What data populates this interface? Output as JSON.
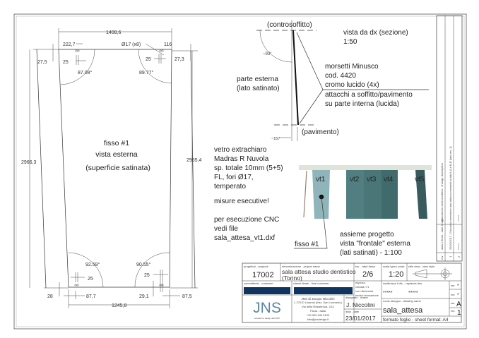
{
  "front_view": {
    "title1": "fisso #1",
    "title2": "vista esterna",
    "title3": "(superficie satinata)",
    "dims": {
      "top_width": "1408,6",
      "bottom_width": "1245,8",
      "left_height": "2966,3",
      "right_height": "2955,4",
      "top_left_offset": "222,7",
      "top_right_offset": "116",
      "hole_label": "Ø17 (x8)",
      "top_left_vert": "27,5",
      "top_right_vert": "27,3",
      "hole_spacing_tl": "25",
      "hole_spacing_tr": "25",
      "hole_spacing_bl": "25",
      "hole_spacing_br": "25",
      "bottom_left_vert": "28",
      "bottom_right_vert": "29,1",
      "bottom_left_offset": "87,7",
      "bottom_right_offset": "87,5",
      "angle_tl": "87.08°",
      "angle_tr": "89.77°",
      "angle_bl": "92.59°",
      "angle_br": "90.55°"
    }
  },
  "section_view": {
    "ceiling": "(controsoffitto)",
    "floor": "(pavimento)",
    "title": "vista da dx (sezione)",
    "scale": "1:50",
    "angle": "~93°",
    "offset": "~157",
    "outer_side1": "parte esterna",
    "outer_side2": "(lato satinato)",
    "clamps": [
      "morsetti Minusco",
      "cod. 4420",
      "cromo lucido (4x)",
      "attacchi a soffitto/pavimento",
      "su parte interna (lucida)"
    ]
  },
  "notes": {
    "glass": [
      "vetro extrachiaro",
      "Madras R Nuvola",
      "sp. totale 10mm (5+5)",
      "FL, fori Ø17,",
      "temperato"
    ],
    "warning": "misure esecutive!",
    "cnc": [
      "per esecuzione CNC",
      "vedi file",
      "sala_attesa_vt1.dxf"
    ]
  },
  "assembly": {
    "panels": [
      {
        "label": "vt1",
        "color": "#8fb4b9"
      },
      {
        "label": "vt2",
        "color": "#517f81"
      },
      {
        "label": "vt3",
        "color": "#4a7678"
      },
      {
        "label": "vt4",
        "color": "#416a6c"
      },
      {
        "label": "vt5",
        "color": "#3a5b5d"
      }
    ],
    "callout": "fisso #1",
    "caption": [
      "assieme progetto",
      "vista \"frontale\" esterna",
      "(lati satinati) - 1:100"
    ]
  },
  "title_block": {
    "project_no_label": "progetto# - project#",
    "project_no": "17002",
    "project_name_label": "denominazione - project name",
    "project_name": [
      "sala attesa studio dentistico",
      "(Torino)"
    ],
    "sheet_label": "tav. - tab# descr",
    "sheet": "2/6",
    "sheet_desc": [
      "esploso",
      "vetrata n°1",
      "con riferimenti",
      "tecnici lavorazione"
    ],
    "scale_label": "scala lgen | scale",
    "scale": "1:20",
    "view_style_label": "stile vista - view style",
    "customer_label": "committente - customer",
    "final_customer_label": "cliente finale - final customer",
    "company": [
      "JNS di Jacopo Niccolini",
      "L.27010 Linarolo (fraz. San Leonardo)",
      "Via della Resistenza, 2/11",
      "Pavia - Italia",
      "+39 392 940 5103",
      "info@jnsdesign.it"
    ],
    "logo": "JNS",
    "logo_tagline": "soluzioni e design dal 1997",
    "drawn_label": "disegnato - drawn",
    "drawn": "J. Niccolini",
    "date_label": "data - date",
    "date": "23/01/2017",
    "replaces_label": "sostituisce il dis. - replaces drw.",
    "replaces": [
      "*****",
      "*****"
    ],
    "drawing_name_label": "nome disegno - drawing name",
    "drawing_name": "sala_attesa",
    "format": "formato foglio - sheet format: A4",
    "ver_label": "ver.",
    "rev_label": "rev.",
    "ver1": "*",
    "rev1": "*",
    "ver2": "A",
    "rev2": "1"
  },
  "revisions": {
    "headers": [
      "rev",
      "data e firma - date & sign",
      "descrizione della modifica - change description"
    ],
    "rows": [
      [
        "1",
        "25/01/2017 J Niccolini",
        "correzione lato attacco morsetti su lati A-A e B-B (lato rev. 1)"
      ],
      [
        "2",
        "******",
        "******"
      ]
    ]
  }
}
